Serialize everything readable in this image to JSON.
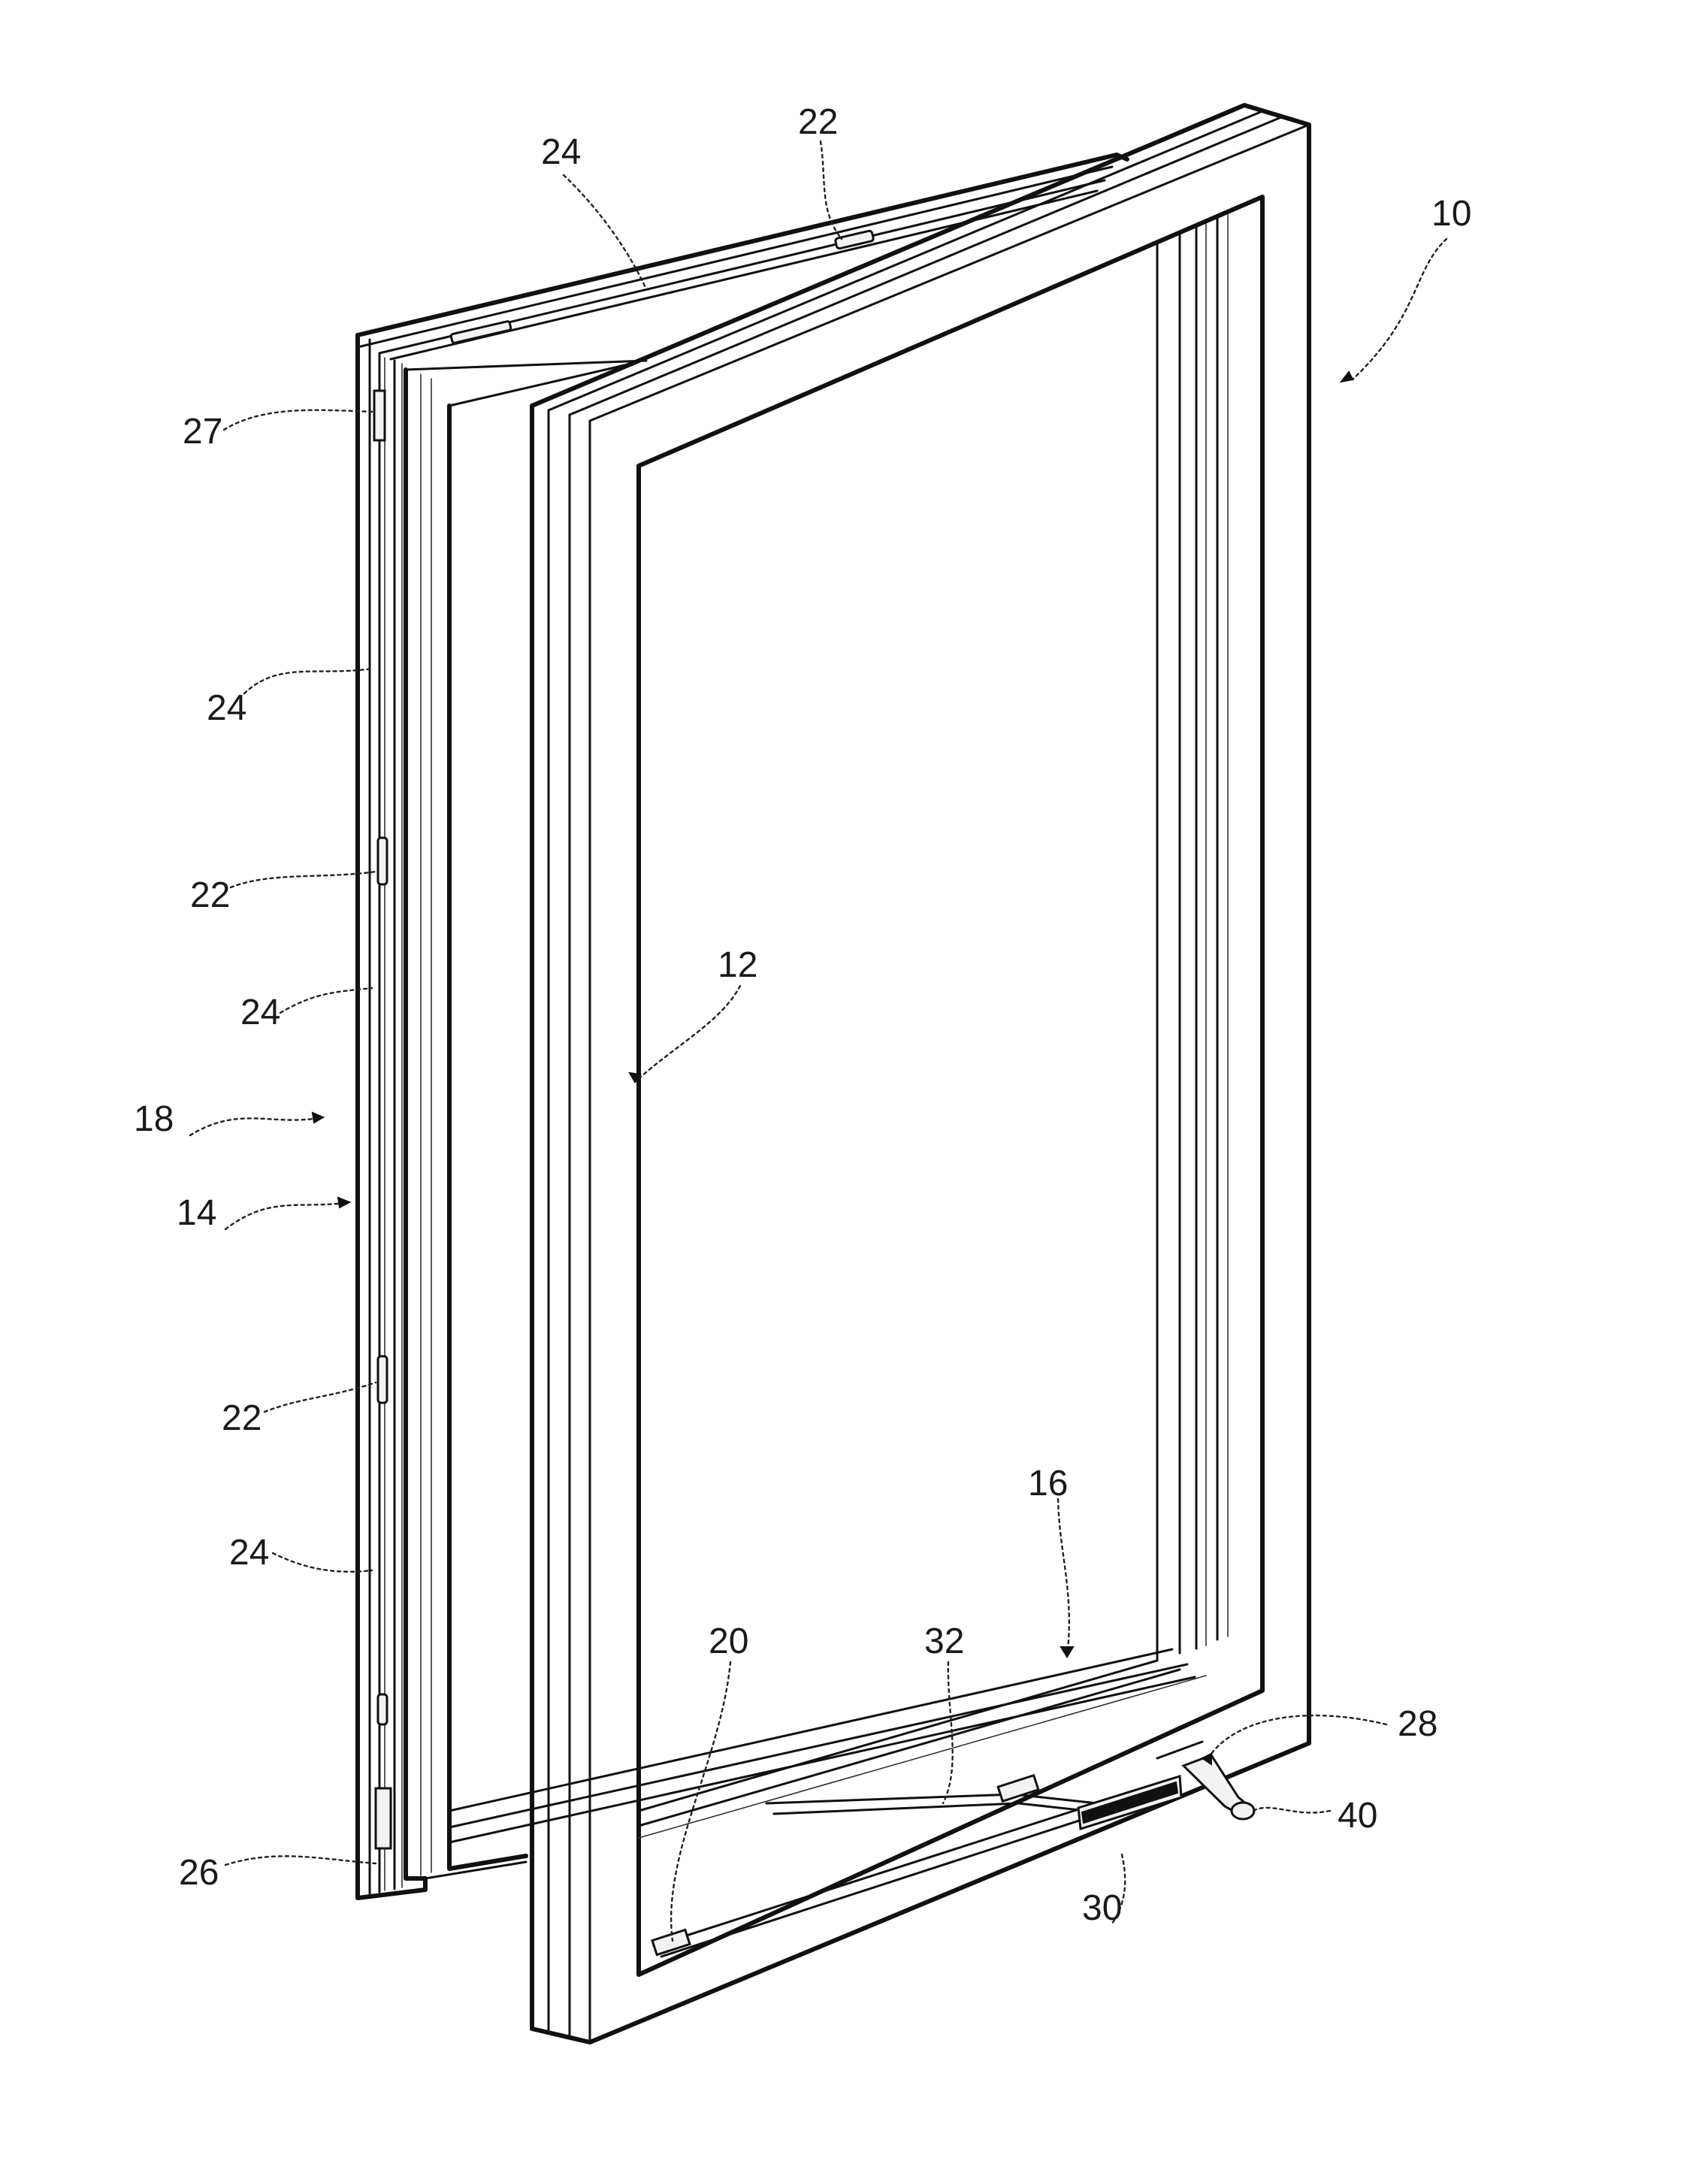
{
  "figure": {
    "labels": {
      "ref_10": "10",
      "ref_12": "12",
      "ref_14": "14",
      "ref_16": "16",
      "ref_18": "18",
      "ref_20": "20",
      "ref_22_top": "22",
      "ref_22_upper": "22",
      "ref_22_lower": "22",
      "ref_24_top": "24",
      "ref_24_upper": "24",
      "ref_24_middle": "24",
      "ref_24_lower": "24",
      "ref_26": "26",
      "ref_27": "27",
      "ref_28": "28",
      "ref_30": "30",
      "ref_32": "32",
      "ref_40": "40"
    }
  }
}
